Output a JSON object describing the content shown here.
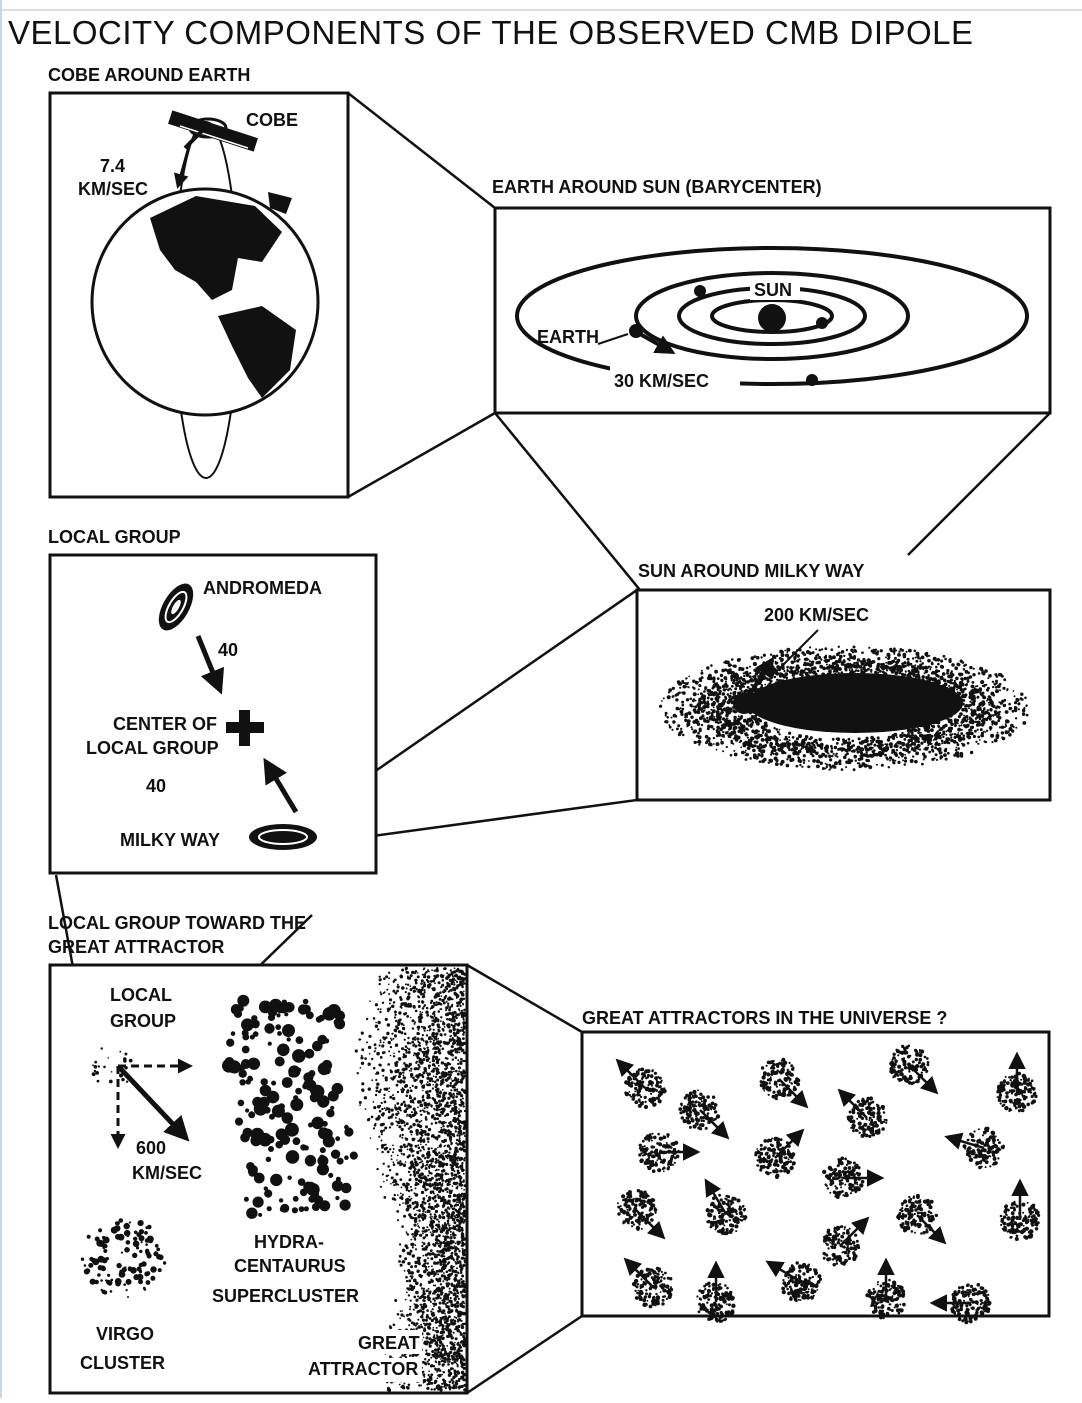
{
  "title": "VELOCITY COMPONENTS OF THE OBSERVED CMB DIPOLE",
  "panels": {
    "cobe_earth": {
      "heading": "COBE AROUND EARTH",
      "satellite": "COBE",
      "speed_line1": "7.4",
      "speed_line2": "KM/SEC"
    },
    "earth_sun": {
      "heading": "EARTH AROUND SUN (BARYCENTER)",
      "sun": "SUN",
      "earth": "EARTH",
      "speed": "30 KM/SEC"
    },
    "local_group": {
      "heading": "LOCAL GROUP",
      "andromeda": "ANDROMEDA",
      "speed_top": "40",
      "center_line1": "CENTER OF",
      "center_line2": "LOCAL GROUP",
      "speed_bottom": "40",
      "milky_way": "MILKY WAY"
    },
    "sun_milky_way": {
      "heading": "SUN AROUND MILKY WAY",
      "speed": "200 KM/SEC"
    },
    "great_attractor": {
      "heading_line1": "LOCAL GROUP TOWARD THE",
      "heading_line2": "GREAT ATTRACTOR",
      "local_line1": "LOCAL",
      "local_line2": "GROUP",
      "speed_line1": "600",
      "speed_line2": "KM/SEC",
      "hydra_line1": "HYDRA-",
      "hydra_line2": "CENTAURUS",
      "hydra_line3": "SUPERCLUSTER",
      "virgo_line1": "VIRGO",
      "virgo_line2": "CLUSTER",
      "ga_line1": "GREAT",
      "ga_line2": "ATTRACTOR"
    },
    "universe": {
      "heading": "GREAT ATTRACTORS IN THE UNIVERSE ?"
    }
  },
  "colors": {
    "ink": "#111111",
    "paper": "#ffffff",
    "frame": "#9fb4c8"
  }
}
